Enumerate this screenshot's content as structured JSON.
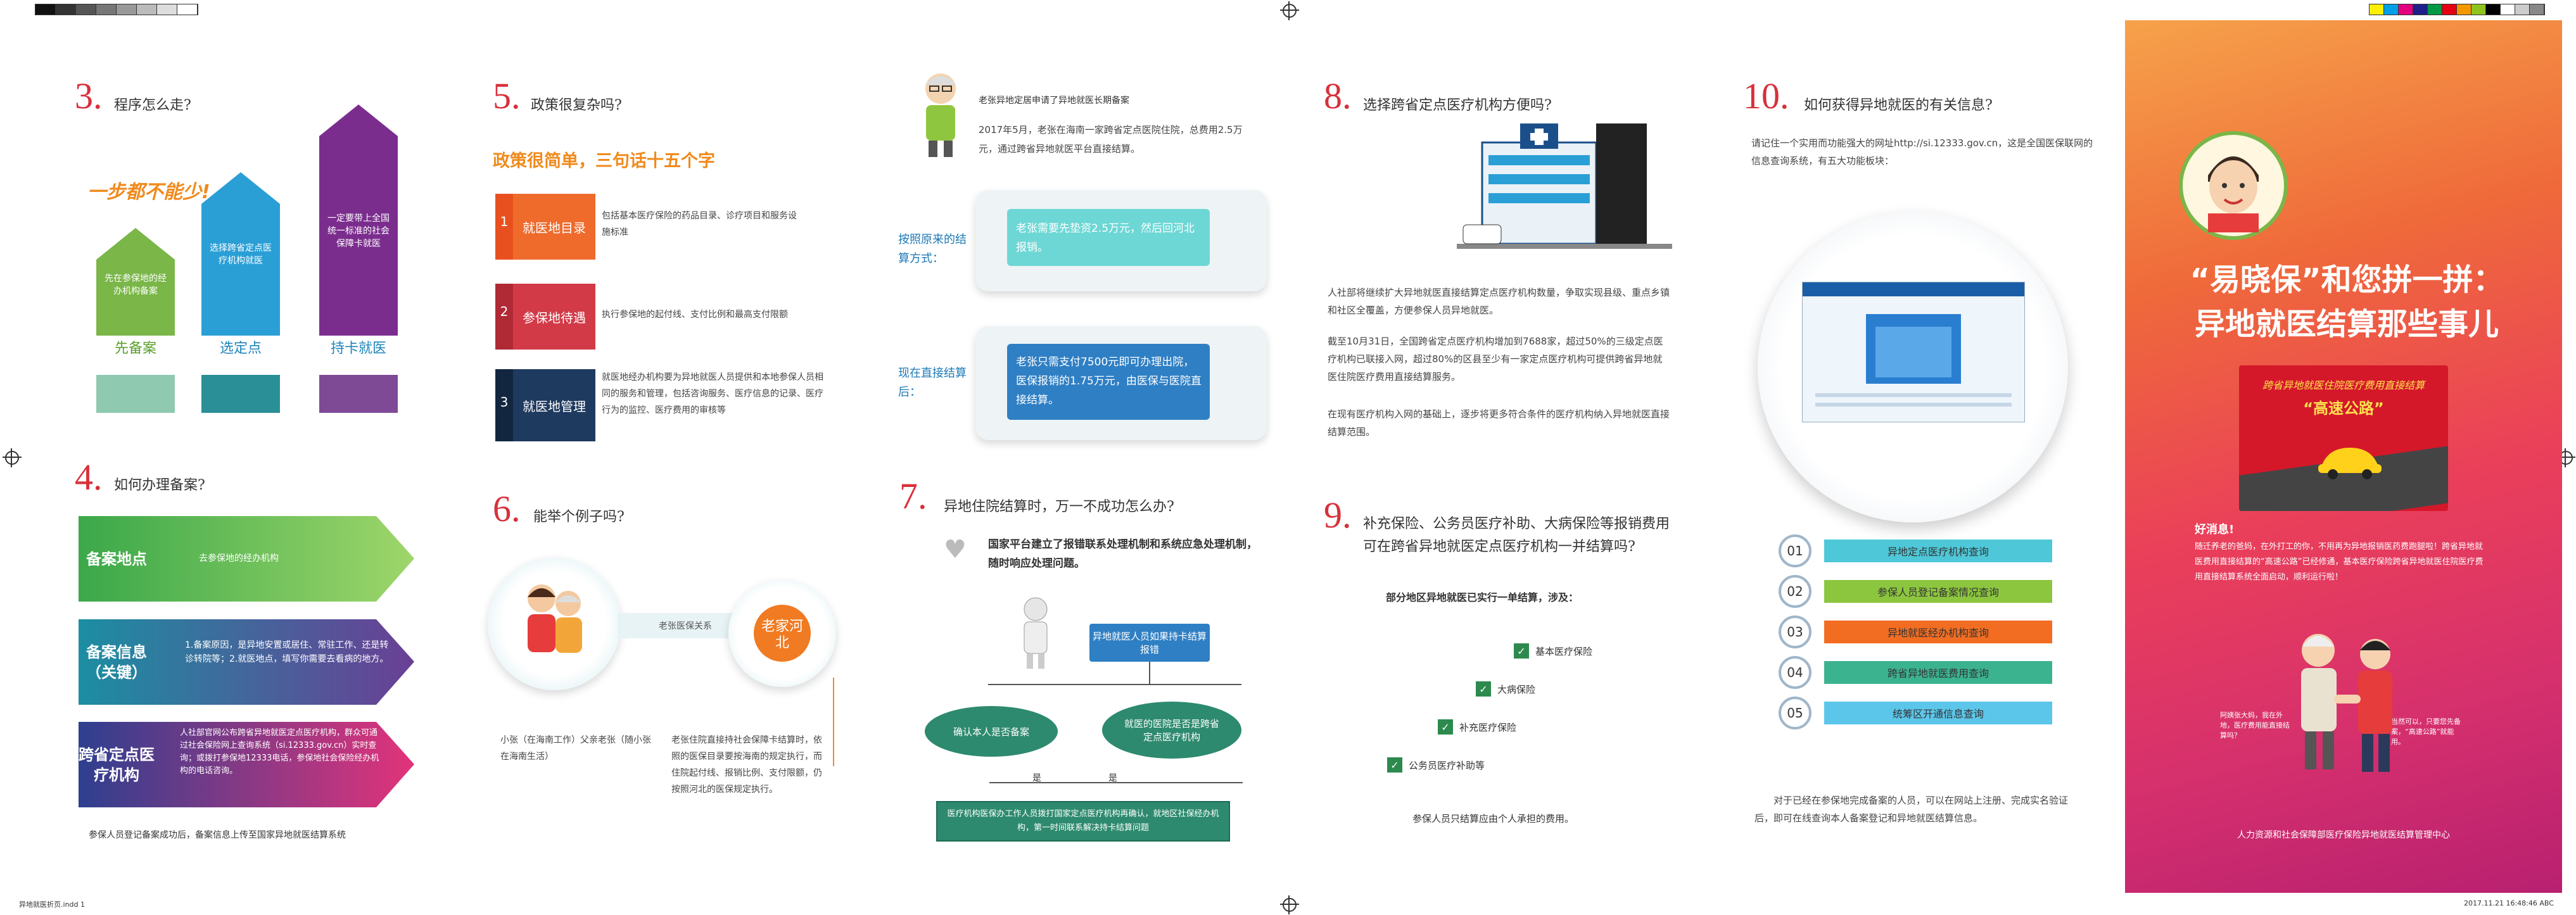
{
  "header": {
    "color_strip_left": [
      "#111111",
      "#333333",
      "#555555",
      "#777777",
      "#999999",
      "#bbbbbb",
      "#dddddd",
      "#ffffff"
    ],
    "color_strip_right": [
      "#ffef00",
      "#00a0e9",
      "#e4007f",
      "#1d2088",
      "#009944",
      "#e60012",
      "#f39800",
      "#8fc31f",
      "#000000",
      "#ffffff",
      "#cccccc",
      "#888888"
    ]
  },
  "footer": {
    "left_text": "异地就医折页.indd 1",
    "right_text": "2017.11.21 16:48:46 ABC"
  },
  "q3": {
    "number": "3.",
    "title": "程序怎么走?",
    "slogan": "一步都不能少!",
    "steps": [
      {
        "text": "先在参保地的经办机构备案",
        "label": "先备案",
        "color": "#7ab648"
      },
      {
        "text": "选择跨省定点医疗机构就医",
        "label": "选定点",
        "color": "#2a9fd6"
      },
      {
        "text": "一定要带上全国统一标准的社会保障卡就医",
        "label": "持卡就医",
        "color": "#7b2d8e"
      }
    ]
  },
  "q4": {
    "number": "4.",
    "title": "如何办理备案?",
    "rows": [
      {
        "label": "备案地点",
        "text": "去参保地的经办机构"
      },
      {
        "label": "备案信息（关键）",
        "text": "1.备案原因，是异地安置或居住、常驻工作、还是转诊转院等；2.就医地点，填写你需要去看病的地方。"
      },
      {
        "label": "跨省定点医疗机构",
        "text": "人社部官网公布跨省异地就医定点医疗机构，群众可通过社会保险网上查询系统（si.12333.gov.cn）实时查询；或拨打参保地12333电话，参保地社会保险经办机构的电话咨询。"
      }
    ],
    "note": "参保人员登记备案成功后，备案信息上传至国家异地就医结算系统"
  },
  "q5": {
    "number": "5.",
    "title": "政策很复杂吗?",
    "subtitle": "政策很简单，三句话十五个字",
    "rows": [
      {
        "idx": "1",
        "tag": "就医地目录",
        "text": "包括基本医疗保险的药品目录、诊疗项目和服务设施标准",
        "color": "#e8511f"
      },
      {
        "idx": "2",
        "tag": "参保地待遇",
        "text": "执行参保地的起付线、支付比例和最高支付限额",
        "color": "#c8323f"
      },
      {
        "idx": "3",
        "tag": "就医地管理",
        "text": "就医地经办机构要为异地就医人员提供和本地参保人员相同的服务和管理，包括咨询服务、医疗信息的记录、医疗行为的监控、医疗费用的审核等",
        "color": "#1f3a5f"
      }
    ]
  },
  "q6": {
    "number": "6.",
    "title": "能举个例子吗?",
    "center_label": "老张医保关系",
    "city": "老家河北",
    "people": "小张（在海南工作）父亲老张（随小张在海南生活）",
    "explain": "老张住院直接持社会保障卡结算时，依照的医保目录要按海南的规定执行，而住院起付线、报销比例、支付限额，仍按照河北的医保规定执行。"
  },
  "q7_story": {
    "title": "老张异地定居申请了异地就医长期备案",
    "text": "2017年5月，老张在海南一家跨省定点医院住院，总费用2.5万元，通过跨省异地就医平台直接结算。",
    "old_label": "按照原来的结算方式：",
    "old_text": "老张需要先垫资2.5万元，然后回河北报销。",
    "new_label": "现在直接结算后：",
    "new_text": "老张只需支付7500元即可办理出院，医保报销的1.75万元，由医保与医院直接结算。"
  },
  "q7": {
    "number": "7.",
    "title": "异地住院结算时，万一不成功怎么办?",
    "intro": "国家平台建立了报错联系处理机制和系统应急处理机制，随时响应处理问题。",
    "flow_top": "异地就医人员如果持卡结算报错",
    "flow_left": "确认本人是否备案",
    "flow_right": "就医的医院是否是跨省定点医疗机构",
    "yes_left": "是",
    "yes_right": "是",
    "flow_bottom": "医疗机构医保办工作人员拨打国家定点医疗机构再确认，就地区社保经办机构，第一时间联系解决持卡结算问题"
  },
  "q8": {
    "number": "8.",
    "title": "选择跨省定点医疗机构方便吗?",
    "p1": "人社部将继续扩大异地就医直接结算定点医疗机构数量，争取实现县级、重点乡镇和社区全覆盖，方便参保人员异地就医。",
    "p2": "截至10月31日，全国跨省定点医疗机构增加到7688家，超过50%的三级定点医疗机构已联接入网，超过80%的区县至少有一家定点医疗机构可提供跨省异地就医住院医疗费用直接结算服务。",
    "p3": "在现有医疗机构入网的基础上，逐步将更多符合条件的医疗机构纳入异地就医直接结算范围。"
  },
  "q9": {
    "number": "9.",
    "title": "补充保险、公务员医疗补助、大病保险等报销费用可在跨省异地就医定点医疗机构一并结算吗?",
    "lead": "部分地区异地就医已实行一单结算，涉及：",
    "items": [
      "基本医疗保险",
      "大病保险",
      "补充医疗保险",
      "公务员医疗补助等"
    ],
    "note": "参保人员只结算应由个人承担的费用。"
  },
  "q10": {
    "number": "10.",
    "title": "如何获得异地就医的有关信息?",
    "intro": "请记住一个实用而功能强大的网址http://si.12333.gov.cn，这是全国医保联网的信息查询系统，有五大功能板块：",
    "items": [
      {
        "idx": "01",
        "text": "异地定点医疗机构查询",
        "color": "#4ec8d8"
      },
      {
        "idx": "02",
        "text": "参保人员登记备案情况查询",
        "color": "#8cc63f"
      },
      {
        "idx": "03",
        "text": "异地就医经办机构查询",
        "color": "#f26d21"
      },
      {
        "idx": "04",
        "text": "跨省异地就医费用查询",
        "color": "#3bb38f"
      },
      {
        "idx": "05",
        "text": "统筹区开通信息查询",
        "color": "#5bc6ea"
      }
    ],
    "footnote": "对于已经在参保地完成备案的人员，可以在网站上注册、完成实名验证后，即可在线查询本人备案登记和异地就医结算信息。"
  },
  "cover": {
    "title_line1": "“易晓保”和您拼一拼：",
    "title_line2": "异地就医结算那些事儿",
    "banner_line1": "跨省异地就医住院医疗费用直接结算",
    "banner_line2": "“高速公路”",
    "news_title": "好消息!",
    "news_text": "随迁养老的爸妈，在外打工的你，不用再为异地报销医药费跑腿啦！跨省异地就医费用直接结算的“高速公路”已经修通，基本医疗保险跨省异地就医住院医疗费用直接结算系统全面启动，顺利运行啦！",
    "bubble_left": "阿姨张大妈，我在外地，医疗费用能直接结算吗？",
    "bubble_right": "当然可以，只要您先备案，“高速公路”就能用。",
    "issuer": "人力资源和社会保障部医疗保险异地就医结算管理中心"
  }
}
